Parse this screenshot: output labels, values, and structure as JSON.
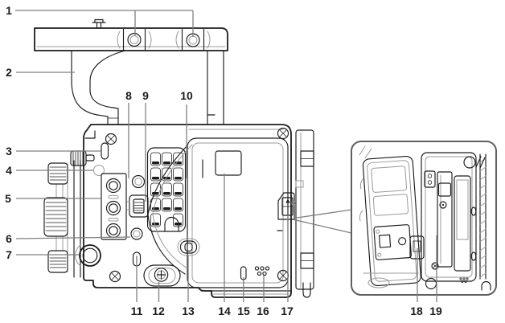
{
  "figure": {
    "description": "Line diagram of a camera left side with top handle and an enlarged inset of the open media-slot compartment",
    "callouts": [
      {
        "number": "1"
      },
      {
        "number": "2"
      },
      {
        "number": "3"
      },
      {
        "number": "4"
      },
      {
        "number": "5"
      },
      {
        "number": "6"
      },
      {
        "number": "7"
      },
      {
        "number": "8"
      },
      {
        "number": "9"
      },
      {
        "number": "10"
      },
      {
        "number": "11"
      },
      {
        "number": "12"
      },
      {
        "number": "13"
      },
      {
        "number": "14"
      },
      {
        "number": "15"
      },
      {
        "number": "16"
      },
      {
        "number": "17"
      },
      {
        "number": "18"
      },
      {
        "number": "19"
      }
    ]
  },
  "colors": {
    "background": "#ffffff",
    "outline": "#1c1c1c",
    "detail": "#9b9b9b",
    "leader": "#7f7f7f",
    "inset_border": "#5f5f5f"
  }
}
